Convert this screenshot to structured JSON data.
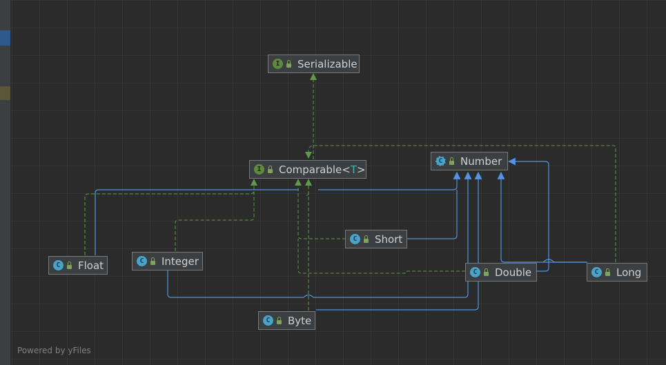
{
  "diagram": {
    "nodes": {
      "serializable": {
        "label": "Serializable",
        "kind": "interface",
        "icon": "I"
      },
      "comparable": {
        "label": "Comparable<",
        "type_param": "T",
        "label_end": ">",
        "kind": "interface",
        "icon": "I"
      },
      "number": {
        "label": "Number",
        "kind": "abstract-class",
        "icon": "C"
      },
      "short": {
        "label": "Short",
        "kind": "class",
        "icon": "C"
      },
      "float": {
        "label": "Float",
        "kind": "class",
        "icon": "C"
      },
      "integer": {
        "label": "Integer",
        "kind": "class",
        "icon": "C"
      },
      "double": {
        "label": "Double",
        "kind": "class",
        "icon": "C"
      },
      "long": {
        "label": "Long",
        "kind": "class",
        "icon": "C"
      },
      "byte": {
        "label": "Byte",
        "kind": "class",
        "icon": "C"
      }
    },
    "edges": [
      {
        "from": "Comparable",
        "to": "Serializable",
        "type": "implements"
      },
      {
        "from": "Long",
        "to": "Comparable",
        "type": "implements"
      },
      {
        "from": "Float",
        "to": "Comparable",
        "type": "implements"
      },
      {
        "from": "Integer",
        "to": "Comparable",
        "type": "implements"
      },
      {
        "from": "Short",
        "to": "Comparable",
        "type": "implements"
      },
      {
        "from": "Double",
        "to": "Comparable",
        "type": "implements"
      },
      {
        "from": "Byte",
        "to": "Comparable",
        "type": "implements"
      },
      {
        "from": "Float",
        "to": "Number",
        "type": "extends"
      },
      {
        "from": "Short",
        "to": "Number",
        "type": "extends"
      },
      {
        "from": "Integer",
        "to": "Number",
        "type": "extends"
      },
      {
        "from": "Byte",
        "to": "Number",
        "type": "extends"
      },
      {
        "from": "Long",
        "to": "Number",
        "type": "extends"
      },
      {
        "from": "Double",
        "to": "Number",
        "type": "extends"
      }
    ],
    "colors": {
      "implements": "#5f9a4a",
      "extends": "#5294e2",
      "background": "#2b2b2b",
      "node_fill": "#3c3f41",
      "node_border": "#7a7a7a"
    }
  },
  "footer": {
    "text": "Powered by yFiles"
  }
}
